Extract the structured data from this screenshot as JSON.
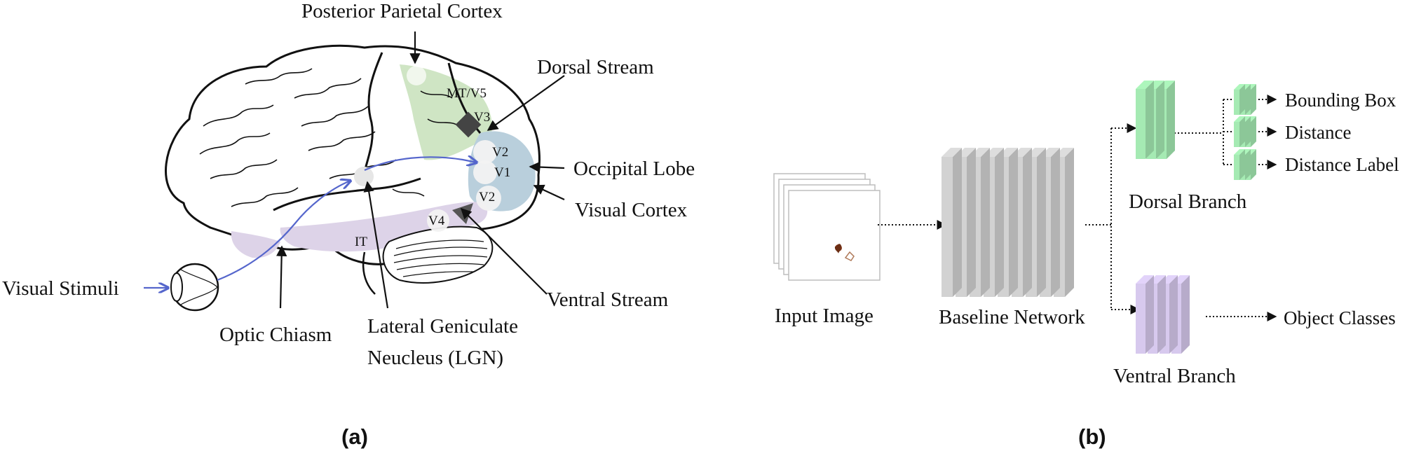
{
  "panel_a": {
    "caption": "(a)",
    "labels": {
      "ppc": "Posterior Parietal Cortex",
      "dorsal_stream": "Dorsal Stream",
      "occipital_lobe": "Occipital Lobe",
      "visual_cortex": "Visual Cortex",
      "ventral_stream": "Ventral Stream",
      "visual_stimuli": "Visual Stimuli",
      "optic_chiasm": "Optic Chiasm",
      "lgn_line1": "Lateral Geniculate",
      "lgn_line2": "Neucleus (LGN)"
    },
    "areas": {
      "mt": "MT/V5",
      "v3": "V3",
      "v2_top": "V2",
      "v1": "V1",
      "v2_bottom": "V2",
      "v4": "V4",
      "it": "IT"
    },
    "colors": {
      "dorsal": "#cfe5c4",
      "ventral": "#ddd3e8",
      "occipital": "#b9cfdc",
      "pathway": "#5566cc"
    }
  },
  "panel_b": {
    "caption": "(b)",
    "input_label": "Input Image",
    "baseline_label": "Baseline Network",
    "dorsal_label": "Dorsal Branch",
    "ventral_label": "Ventral Branch",
    "outputs": {
      "bbox": "Bounding Box",
      "distance": "Distance",
      "distance_label": "Distance Label",
      "classes": "Object Classes"
    },
    "colors": {
      "baseline": "#d2d2d2",
      "dorsal": "#a5eab3",
      "ventral": "#d7c9ee"
    }
  }
}
